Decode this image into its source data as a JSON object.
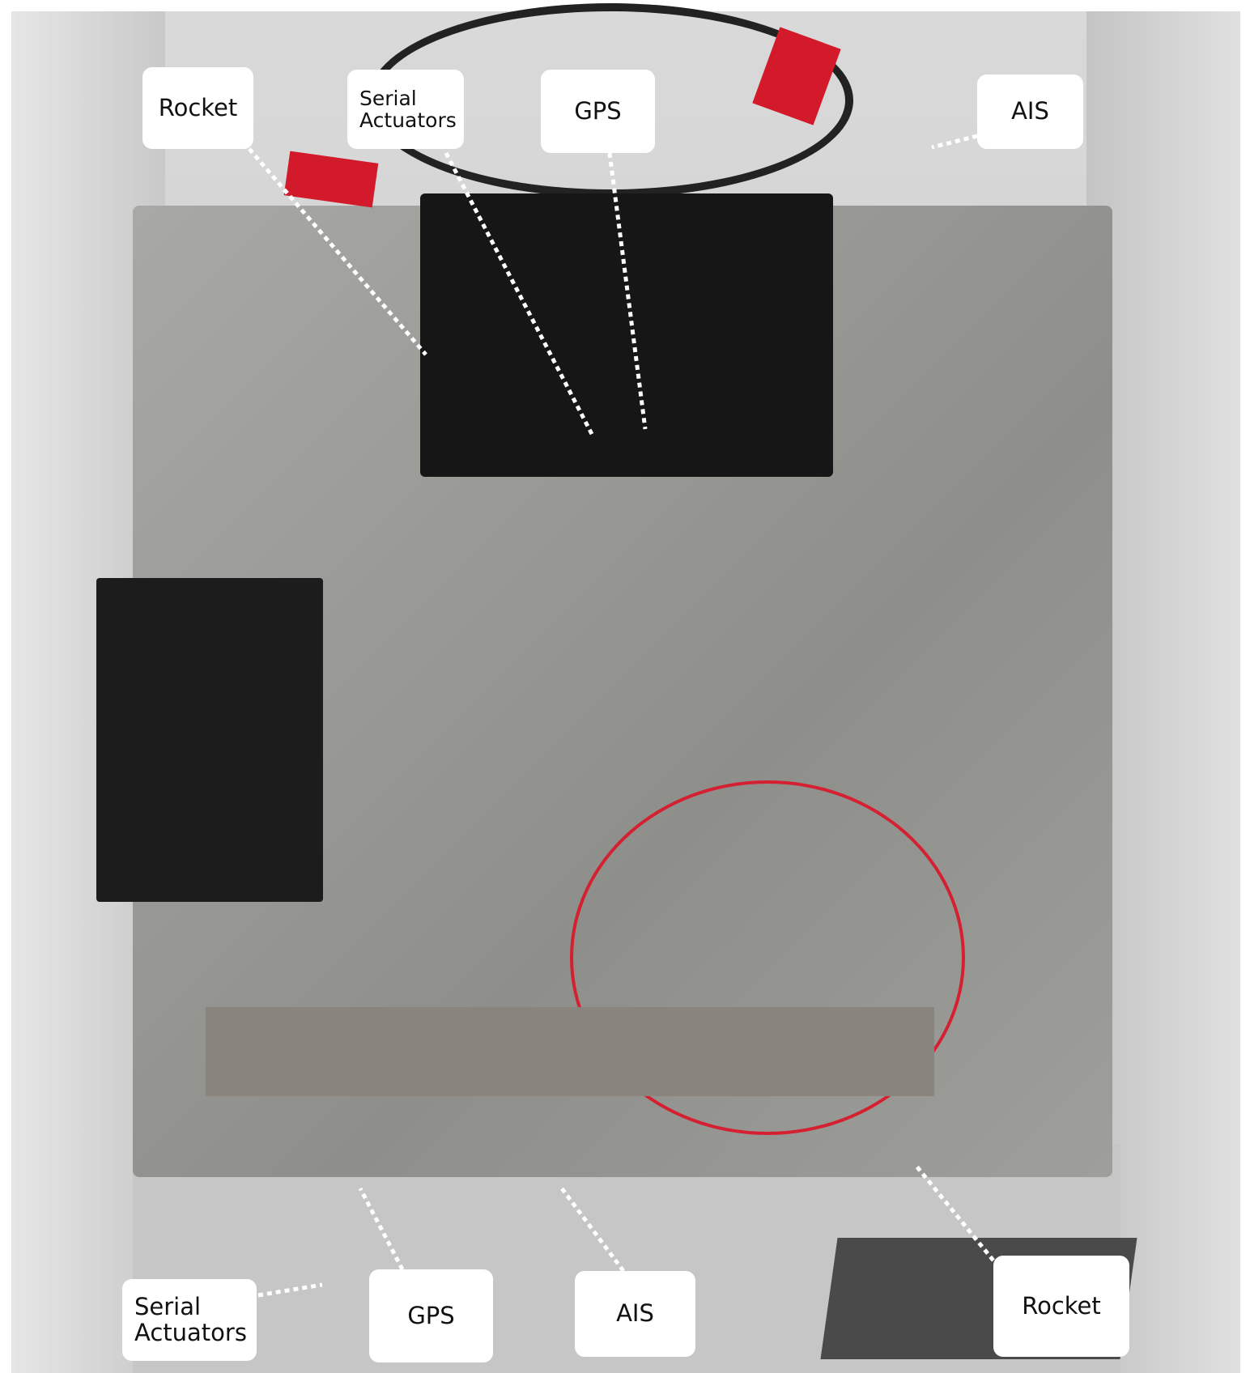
{
  "labels_top": {
    "rocket": "Rocket",
    "serial_line1": "Serial",
    "serial_line2": "Actuators",
    "gps": "GPS",
    "ais": "AIS"
  },
  "labels_bottom": {
    "serial_line1": "Serial",
    "serial_line2": "Actuators",
    "gps": "GPS",
    "ais": "AIS",
    "rocket": "Rocket"
  }
}
